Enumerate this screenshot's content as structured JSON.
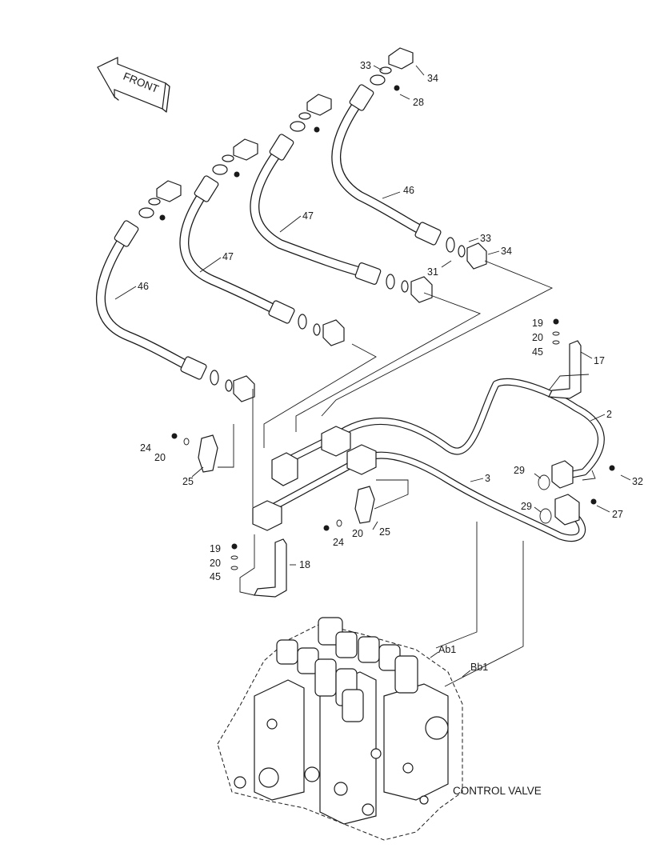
{
  "direction_label": "FRONT",
  "component_label": "CONTROL VALVE",
  "port_labels": [
    "Ab1",
    "Bb1"
  ],
  "callouts": [
    "33",
    "34",
    "28",
    "46",
    "47",
    "47",
    "46",
    "33",
    "31",
    "34",
    "19",
    "20",
    "45",
    "17",
    "2",
    "24",
    "20",
    "25",
    "29",
    "32",
    "3",
    "29",
    "27",
    "20",
    "24",
    "25",
    "19",
    "20",
    "45",
    "18"
  ]
}
